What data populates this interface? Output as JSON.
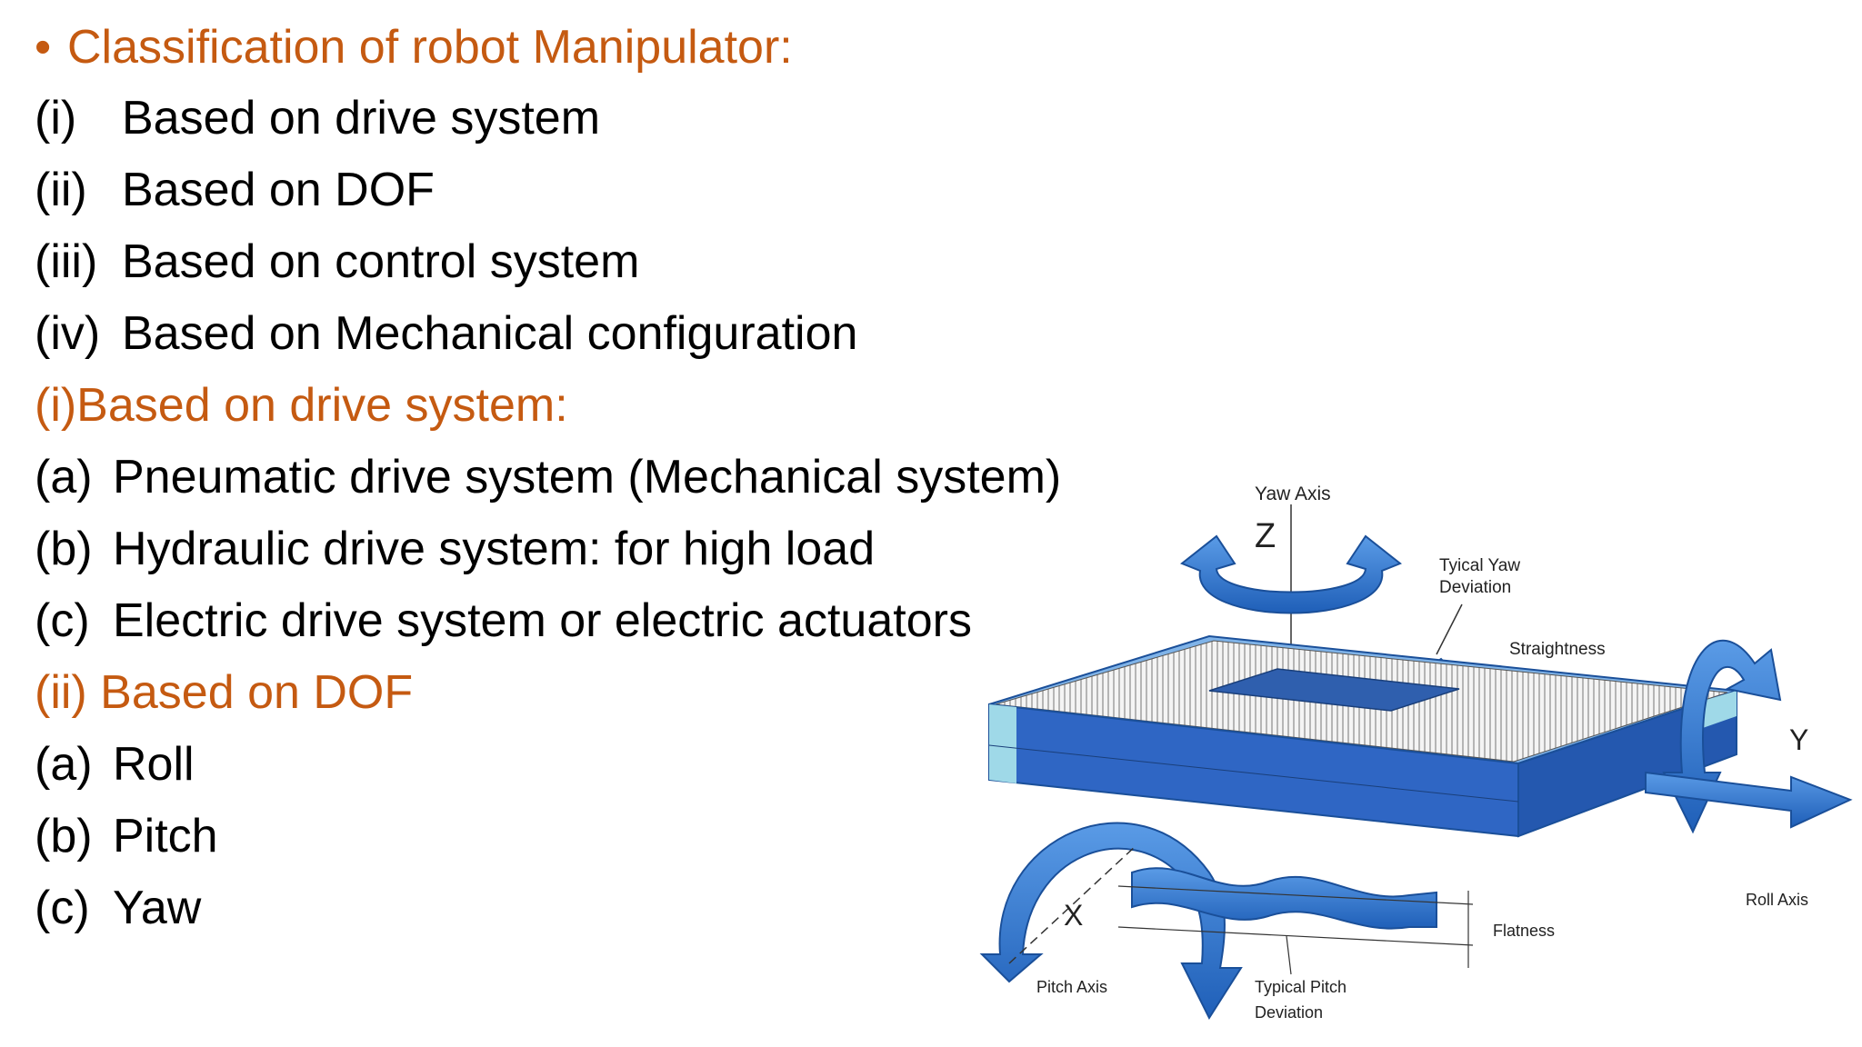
{
  "heading": {
    "bullet": "•",
    "text": "Classification of robot Manipulator:"
  },
  "classification_items": [
    {
      "num": "(i)",
      "text": "Based on drive system"
    },
    {
      "num": "(ii)",
      "text": "Based on DOF"
    },
    {
      "num": "(iii)",
      "text": "Based on control system"
    },
    {
      "num": "(iv)",
      "text": "Based on Mechanical configuration"
    }
  ],
  "drive_section": {
    "heading": "(i)Based on drive system:",
    "items": [
      {
        "num": "(a)",
        "text": "Pneumatic drive system (Mechanical system)"
      },
      {
        "num": "(b)",
        "text": "Hydraulic drive system: for high load"
      },
      {
        "num": "(c)",
        "text": "Electric drive system or electric actuators"
      }
    ]
  },
  "dof_section": {
    "heading": "(ii) Based on DOF",
    "items": [
      {
        "num": "(a)",
        "text": "Roll"
      },
      {
        "num": "(b)",
        "text": "Pitch"
      },
      {
        "num": "(c)",
        "text": "Yaw"
      }
    ]
  },
  "diagram": {
    "yaw_axis": "Yaw Axis",
    "z": "Z",
    "typical_yaw": "Tyical Yaw",
    "typical_yaw_2": "Deviation",
    "straightness": "Straightness",
    "y": "Y",
    "roll_axis": "Roll Axis",
    "x": "X",
    "pitch_axis": "Pitch Axis",
    "typical_pitch": "Typical Pitch",
    "typical_pitch_2": "Deviation",
    "flatness": "Flatness"
  },
  "colors": {
    "accent": "#C55A11",
    "arrow_blue": "#2E6FC9",
    "stage_blue": "#2F66C4",
    "stage_light": "#9FD9E8"
  }
}
